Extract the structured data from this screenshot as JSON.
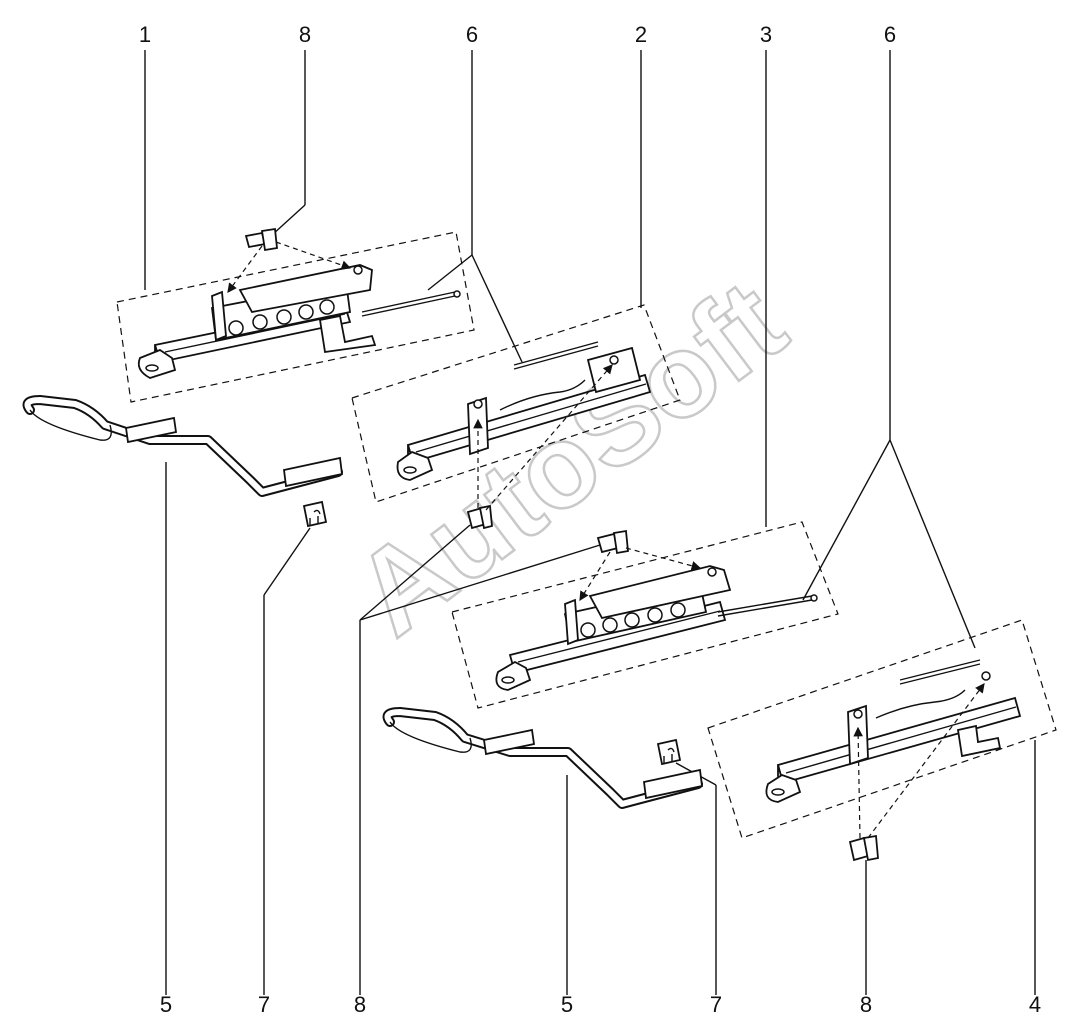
{
  "diagram": {
    "watermark": "AutoSoft",
    "callouts_top": [
      "1",
      "8",
      "6",
      "2",
      "3",
      "6"
    ],
    "callouts_bottom": [
      "5",
      "7",
      "8",
      "5",
      "7",
      "8",
      "4"
    ]
  }
}
